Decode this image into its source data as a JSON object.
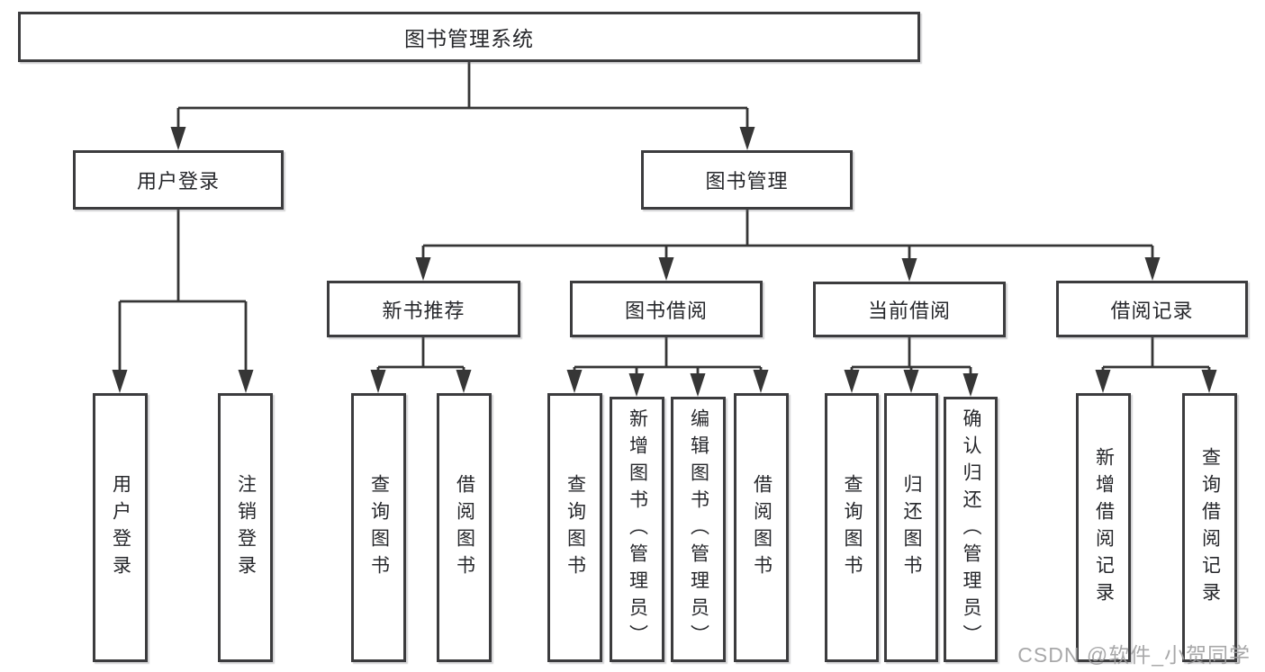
{
  "diagram": {
    "root": {
      "label": "图书管理系统"
    },
    "user_branch": {
      "label": "用户登录",
      "children": [
        {
          "label": "用户登录"
        },
        {
          "label": "注销登录"
        }
      ]
    },
    "book_branch": {
      "label": "图书管理",
      "sections": [
        {
          "label": "新书推荐",
          "children": [
            {
              "label": "查询图书"
            },
            {
              "label": "借阅图书"
            }
          ]
        },
        {
          "label": "图书借阅",
          "children": [
            {
              "label": "查询图书"
            },
            {
              "label": "新增图书（管理员）"
            },
            {
              "label": "编辑图书（管理员）"
            },
            {
              "label": "借阅图书"
            }
          ]
        },
        {
          "label": "当前借阅",
          "children": [
            {
              "label": "查询图书"
            },
            {
              "label": "归还图书"
            },
            {
              "label": "确认归还（管理员）"
            }
          ]
        },
        {
          "label": "借阅记录",
          "children": [
            {
              "label": "新增借阅记录"
            },
            {
              "label": "查询借阅记录"
            }
          ]
        }
      ]
    },
    "watermark": "CSDN @软件_小贺同学",
    "colors": {
      "box_border": "#3c3c3e",
      "connector": "#363636",
      "text": "#26272b",
      "watermark": "#9e9ea0",
      "background": "#ffffff"
    }
  }
}
